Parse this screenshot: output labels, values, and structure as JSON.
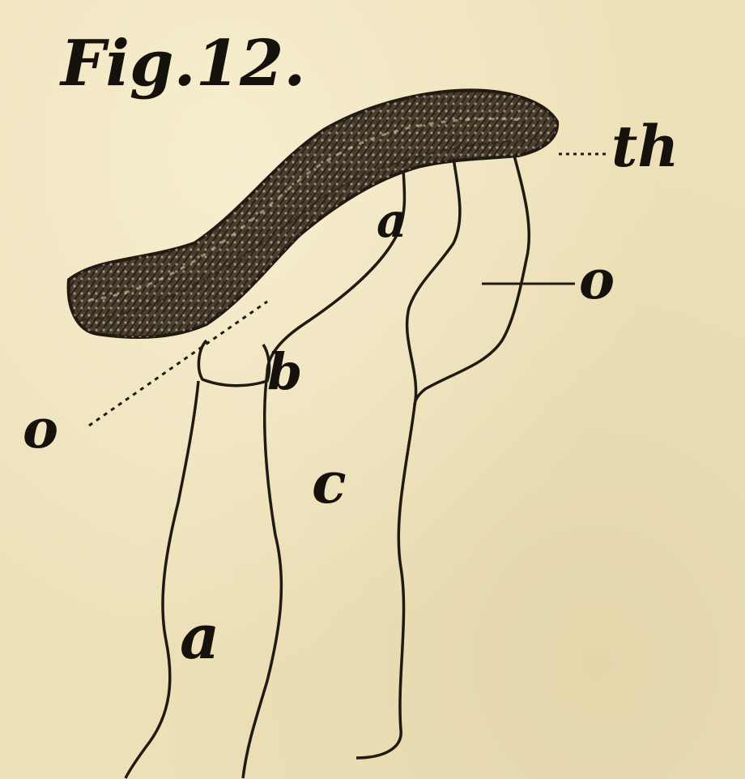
{
  "figure": {
    "title": "Fig.12.",
    "labels": {
      "th": "th",
      "a": "a",
      "o_right": "o",
      "o_left": "o",
      "b": "b",
      "c": "c",
      "bottom_a": "a"
    }
  },
  "colors": {
    "paper": "#ede0b8",
    "ink": "#15120d",
    "thread": "#3b3224"
  }
}
